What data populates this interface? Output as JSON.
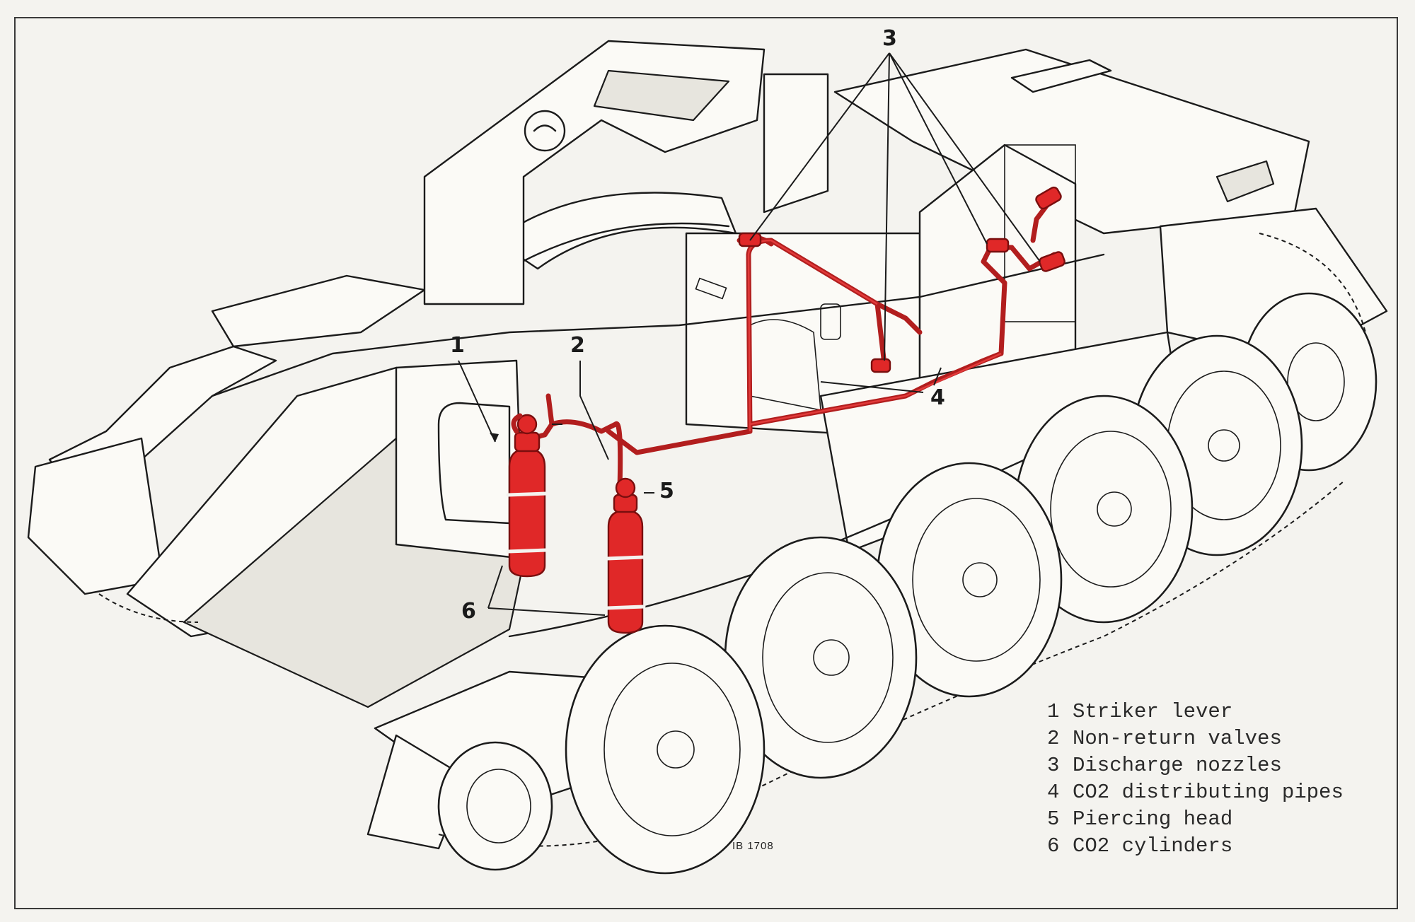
{
  "figure": {
    "reference": "IB 1708"
  },
  "callouts": [
    {
      "id": "1",
      "label": "1"
    },
    {
      "id": "2",
      "label": "2"
    },
    {
      "id": "3",
      "label": "3"
    },
    {
      "id": "4",
      "label": "4"
    },
    {
      "id": "5",
      "label": "5"
    },
    {
      "id": "6",
      "label": "6"
    }
  ],
  "legend": [
    {
      "num": "1",
      "text": "Striker lever"
    },
    {
      "num": "2",
      "text": "Non-return valves"
    },
    {
      "num": "3",
      "text": "Discharge nozzles"
    },
    {
      "num": "4",
      "text": "CO2 distributing pipes"
    },
    {
      "num": "5",
      "text": "Piercing head"
    },
    {
      "num": "6",
      "text": "CO2 cylinders"
    }
  ],
  "colors": {
    "system": "#e02828",
    "ink": "#1b1b1b",
    "paper": "#f4f3ef"
  }
}
